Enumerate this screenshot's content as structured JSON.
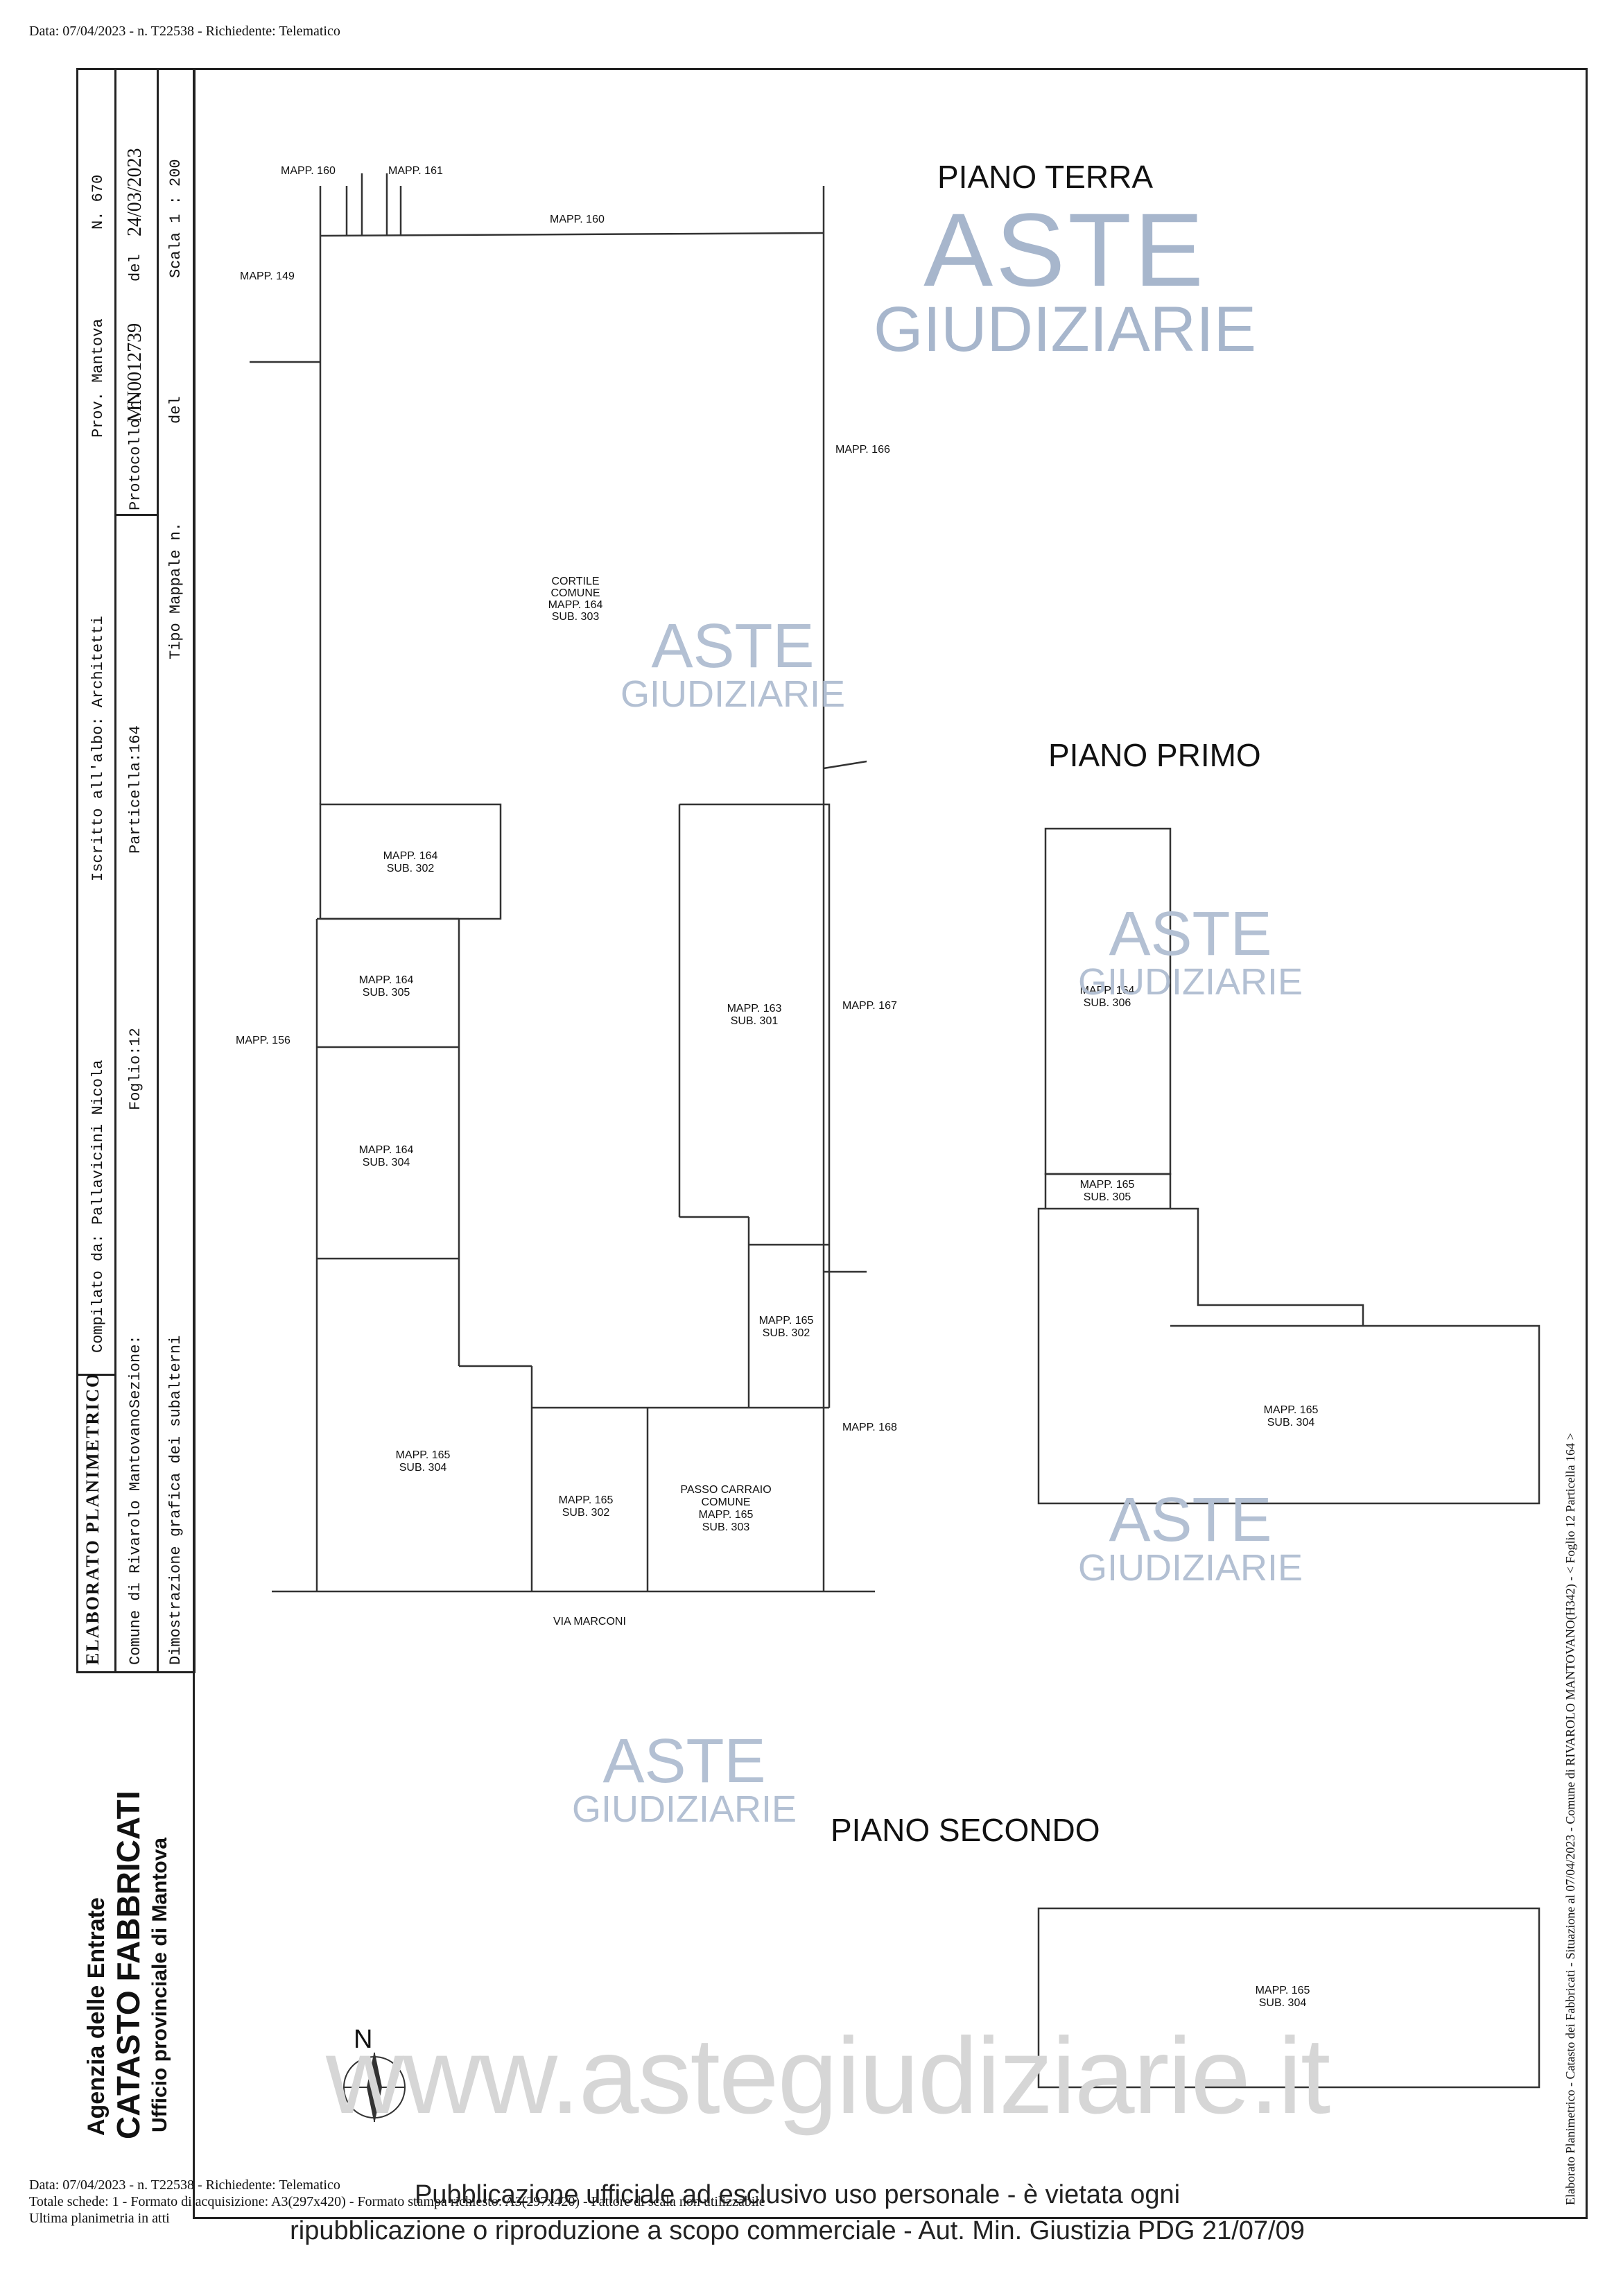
{
  "header": {
    "note": "Data: 07/04/2023 - n. T22538 - Richiedente: Telematico"
  },
  "sidebar": {
    "title": "ELABORATO PLANIMETRICO",
    "compilato": "Compilato da: Pallavicini Nicola",
    "iscritto": "Iscritto all'albo: Architetti",
    "prov": "Prov. Mantova",
    "numero": "N. 670",
    "comune": "Comune di Rivarolo Mantovano",
    "sezione": "Sezione:",
    "foglio": "Foglio:12",
    "particella": "Particella:164",
    "protocollo_label": "Protocollo n.",
    "protocollo_value": "MN0012739",
    "del_label": "del",
    "del_value": "24/03/2023",
    "dimostrazione": "Dimostrazione grafica dei subalterni",
    "tipo_mappale": "Tipo Mappale n.",
    "del2": "del",
    "scala": "Scala 1 : 200",
    "agency": "Agenzia delle Entrate",
    "catasto": "CATASTO FABBRICATI",
    "ufficio": "Ufficio provinciale di  Mantova"
  },
  "titles": {
    "terra": "PIANO TERRA",
    "primo": "PIANO PRIMO",
    "secondo": "PIANO SECONDO"
  },
  "labels": {
    "mapp160a": "MAPP. 160",
    "mapp161": "MAPP. 161",
    "mapp160b": "MAPP. 160",
    "mapp149": "MAPP. 149",
    "mapp166": "MAPP. 166",
    "cortile": [
      "CORTILE",
      "COMUNE",
      "MAPP. 164",
      "SUB. 303"
    ],
    "sub302_164": [
      "MAPP. 164",
      "SUB. 302"
    ],
    "sub305_164": [
      "MAPP. 164",
      "SUB. 305"
    ],
    "sub304_164": [
      "MAPP. 164",
      "SUB. 304"
    ],
    "mapp156": "MAPP. 156",
    "sub301_163": [
      "MAPP. 163",
      "SUB. 301"
    ],
    "mapp167": "MAPP. 167",
    "sub302_165a": [
      "MAPP. 165",
      "SUB. 302"
    ],
    "mapp168": "MAPP. 168",
    "sub304_165a": [
      "MAPP. 165",
      "SUB. 304"
    ],
    "sub302_165b": [
      "MAPP. 165",
      "SUB. 302"
    ],
    "passo": [
      "PASSO CARRAIO",
      "COMUNE",
      "MAPP. 165",
      "SUB. 303"
    ],
    "via": "VIA MARCONI",
    "p1_sub306": [
      "MAPP. 164",
      "SUB. 306"
    ],
    "p1_sub305": [
      "MAPP. 165",
      "SUB. 305"
    ],
    "p1_sub304": [
      "MAPP. 165",
      "SUB. 304"
    ],
    "p2_sub304": [
      "MAPP. 165",
      "SUB. 304"
    ],
    "north": "N"
  },
  "right_note": "Elaborato Planimetrico - Catasto dei Fabbricati - Situazione al 07/04/2023 - Comune di RIVAROLO MANTOVANO(H342) - < Foglio 12 Particella 164 >",
  "watermark": {
    "aste": "ASTE",
    "giudiziarie": "GIUDIZIARIE",
    "site": "www.astegiudiziarie.it"
  },
  "footer": {
    "line1": "Data: 07/04/2023 - n. T22538 - Richiedente: Telematico",
    "line2": "Totale schede: 1 - Formato di acquisizione: A3(297x420)  - Formato stampa richiesto: A3(297x420) - Fattore di scala non utilizzabile",
    "line3": "Ultima planimetria in atti",
    "disclaimer1": "Pubblicazione ufficiale ad esclusivo uso personale - è vietata ogni",
    "disclaimer2": "ripubblicazione o riproduzione a scopo commerciale - Aut. Min. Giustizia PDG 21/07/09"
  }
}
